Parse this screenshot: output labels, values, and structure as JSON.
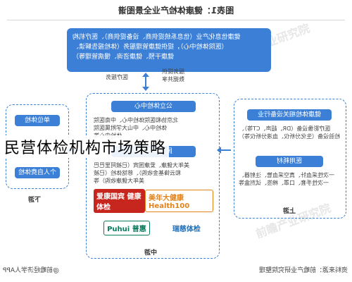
{
  "title": "图表1：健康体检产业全景图谱",
  "top_box": {
    "lines": [
      "健康信息化产业（信息系统提供商、设备提供商）、医疗机构",
      "（医院体检中心），提供健康管理服务（体检报告解读、",
      "健康干预、健康咨询、慢病管理等）"
    ]
  },
  "arrow_labels": {
    "left": "服务提供\n数据共享",
    "right": "医疗服务"
  },
  "middle": {
    "pill_top": "公立体检中心",
    "text_top": "北京协和医院体检中心、中南医院\n体检中心、中山大学附属医院\n体检中心等",
    "pill_bottom": "民营体检机构",
    "text_bottom": "美年大健康、爱康国宾（已被阿里巴巴\n和云锋基金收购）、慈铭体检（已被\n美年大健康收购）等",
    "logos": [
      "爱康国宾 健康体检",
      "美年大健康 Health100",
      "瑞慈体检",
      "Puhui 普惠"
    ],
    "tier": "中游"
  },
  "left": {
    "items": [
      "单位体检",
      "个人自费体检"
    ],
    "tier": "下游"
  },
  "right": {
    "pill_top": "健康体检相关设备行业",
    "text_top": "医疗影像设备（DR、超声、CT等）、\n检验设备（生化分析仪、血液分析仪等）",
    "pill_bottom": "医用耗材",
    "text_bottom": "一次性采血针、真空采血管、注射器、\n一次性手套、口罩、棉签、试剂盒等",
    "tier": "上游"
  },
  "overlay_caption": "民营体检机构市场策略",
  "footer": {
    "left": "@前瞻经济学人APP",
    "right": "资料来源：前瞻产业研究院整理"
  },
  "watermark": "前瞻产业研究院"
}
